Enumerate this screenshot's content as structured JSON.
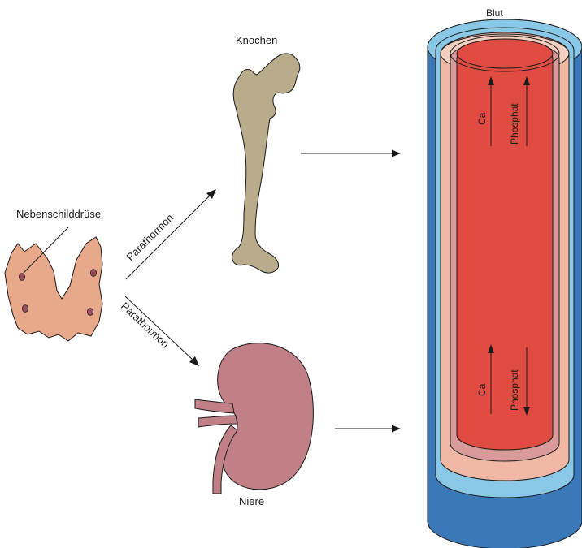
{
  "labels": {
    "gland": "Nebenschilddrüse",
    "bone": "Knochen",
    "kidney": "Niere",
    "blood": "Blut",
    "hormone_upper": "Parathormon",
    "hormone_lower": "Parathormon"
  },
  "vessel_top": {
    "ion_1": "Ca",
    "ion_2": "Phosphat"
  },
  "vessel_bottom": {
    "ion_1": "Ca",
    "ion_2": "Phosphat"
  },
  "colors": {
    "gland_fill": "#e8a88a",
    "gland_dot": "#9a4e5a",
    "bone_fill": "#b8ac8c",
    "kidney_fill": "#c08086",
    "blood": "#e04c42",
    "vessel_outer": "#3a78b8",
    "vessel_mid": "#f0b0a0",
    "vessel_inner": "#c07878"
  }
}
